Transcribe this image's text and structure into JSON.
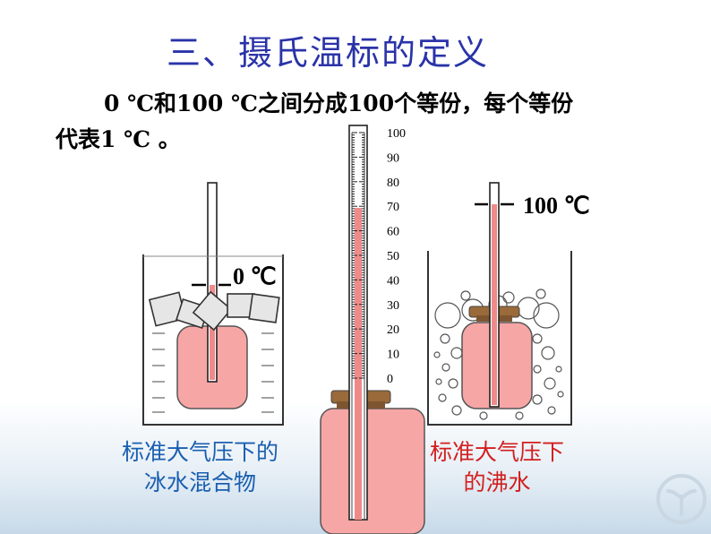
{
  "title": "三、摄氏温标的定义",
  "description": {
    "line1": "0 ℃和100 ℃之间分成100个等份，每个等份",
    "line2": "代表1 ℃ 。"
  },
  "scale_ticks": [
    "100",
    "90",
    "80",
    "70",
    "60",
    "50",
    "40",
    "30",
    "20",
    "10",
    "0"
  ],
  "ice_label": "0 ℃",
  "boil_label": "100 ℃",
  "ice_caption": {
    "line1": "标准大气压下的",
    "line2": "冰水混合物",
    "color": "#1a5fb0"
  },
  "boil_caption": {
    "line1": "标准大气压下",
    "line2": "的沸水",
    "color": "#d21f1f"
  },
  "colors": {
    "title": "#2a33a8",
    "liquid": "#f08a8a",
    "flask": "#f7a6a6",
    "stopper": "#9a6a3a"
  }
}
